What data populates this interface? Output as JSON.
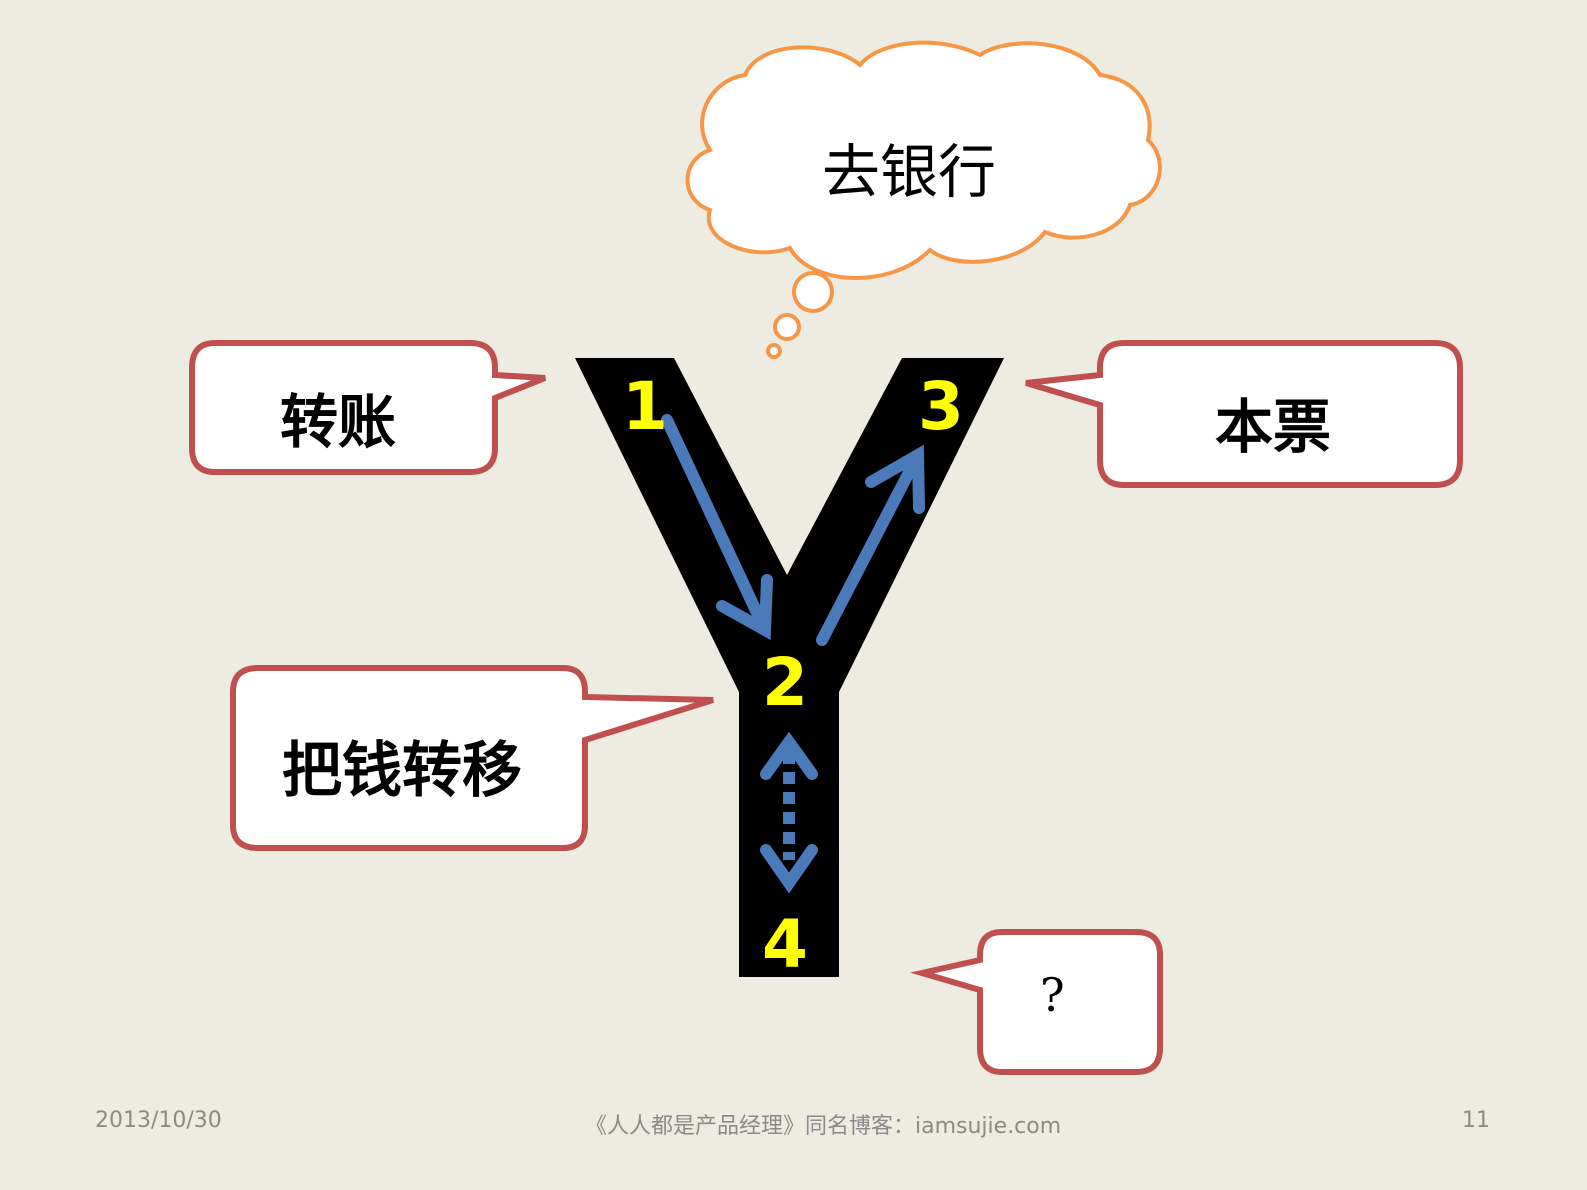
{
  "slide": {
    "cloud_text": "去银行",
    "callouts": {
      "transfer": "转账",
      "promissory_note": "本票",
      "move_money": "把钱转移",
      "unknown": "?"
    },
    "y_nodes": {
      "n1": "1",
      "n2": "2",
      "n3": "3",
      "n4": "4"
    },
    "colors": {
      "background": "#eeebe0",
      "y_shape": "#000000",
      "node_text": "#ffff00",
      "arrow": "#4a7ab9",
      "callout_border": "#c0504d",
      "cloud_border": "#f79646"
    }
  },
  "footer": {
    "date": "2013/10/30",
    "center": "《人人都是产品经理》同名博客：iamsujie.com",
    "page": "11"
  }
}
